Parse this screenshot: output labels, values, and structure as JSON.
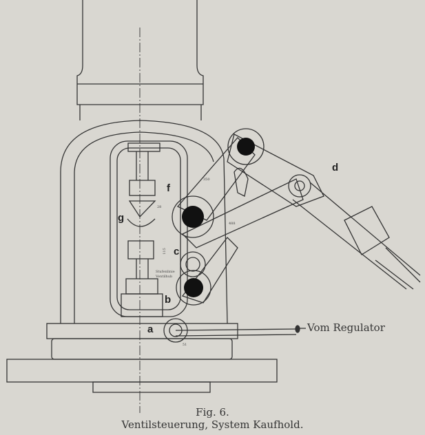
{
  "figure": {
    "number": "Fig. 6.",
    "title": "Ventilsteuerung, System Kaufhold."
  },
  "labels": {
    "a": "a",
    "b": "b",
    "c": "c",
    "d": "d",
    "f": "f",
    "g": "g"
  },
  "annotation": "Vom Regulator",
  "small_text": {
    "dim1": "115",
    "dim2": "Stufenlinie",
    "dim3": "Ventilhub",
    "dim4": "51",
    "dim5": "28",
    "dim6": "350",
    "dim7": "488"
  },
  "colors": {
    "paper": "#d9d7d1",
    "ink": "#2a2a2a"
  }
}
